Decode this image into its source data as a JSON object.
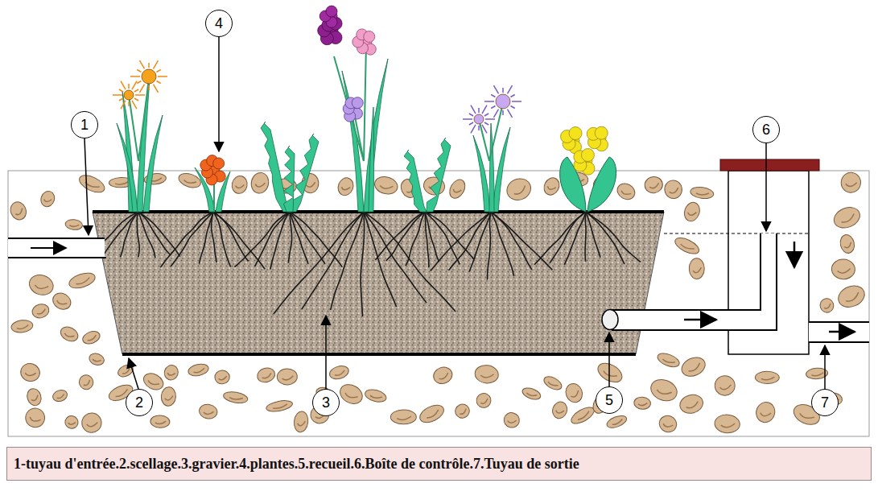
{
  "diagram": {
    "caption": "1-tuyau d'entrée.2.scellage.3.gravier.4.plantes.5.recueil.6.Boîte de contrôle.7.Tuyau de sortie",
    "nodes": [
      {
        "text": [
          "4"
        ]
      },
      {
        "text": [
          "1"
        ]
      },
      {
        "text": [
          "6"
        ]
      },
      {
        "text": [
          "2"
        ]
      },
      {
        "text": [
          "3"
        ]
      },
      {
        "text": [
          "5"
        ]
      },
      {
        "text": [
          "7"
        ]
      }
    ]
  }
}
